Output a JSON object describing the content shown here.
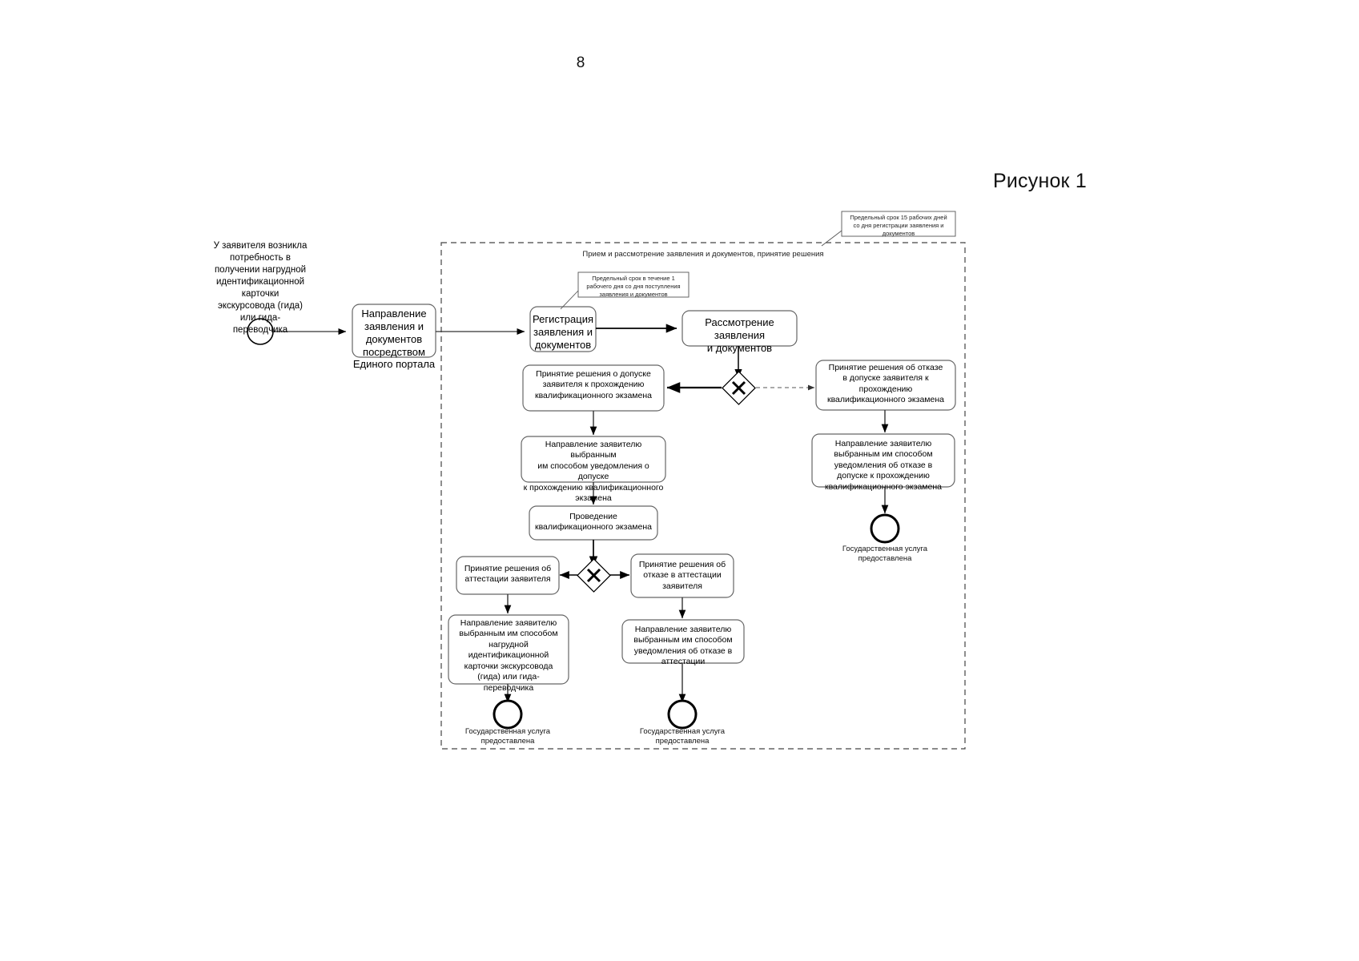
{
  "page": {
    "number": "8",
    "figure_caption": "Рисунок 1"
  },
  "pool": {
    "label": "Прием и рассмотрение заявления и документов, принятие решения"
  },
  "annotations": [
    {
      "id": "anno-15-days",
      "text": "Предельный срок 15 рабочих дней\nсо дня регистрации заявления и\nдокументов"
    },
    {
      "id": "anno-1-day",
      "text": "Предельный срок в течение 1\nрабочего дня со дня поступления\nзаявления и документов"
    }
  ],
  "events": {
    "start": {
      "label": "У заявителя возникла\nпотребность в\nполучении нагрудной\nидентификационной\nкарточки\nэкскурсовода (гида)\nили гида-\nпереводчика"
    },
    "end_refusal_admission": {
      "label": "Государственная услуга\nпредоставлена"
    },
    "end_attested": {
      "label": "Государственная услуга\nпредоставлена"
    },
    "end_refusal_attestation": {
      "label": "Государственная услуга\nпредоставлена"
    }
  },
  "tasks": [
    {
      "id": "task-submit",
      "text": "Направление\nзаявления и\nдокументов\nпосредством\nЕдиного портала"
    },
    {
      "id": "task-registration",
      "text": "Регистрация\nзаявления и\nдокументов"
    },
    {
      "id": "task-review",
      "text": "Рассмотрение заявления\nи документов"
    },
    {
      "id": "task-decision-admit",
      "text": "Принятие решения о допуске\nзаявителя к прохождению\nквалификационного экзамена"
    },
    {
      "id": "task-decision-refuse-admission",
      "text": "Принятие решения об отказе\nв допуске заявителя к\nпрохождению\nквалификационного экзамена"
    },
    {
      "id": "task-notify-admit",
      "text": "Направление заявителю выбранным\nим способом уведомления о допуске\nк прохождению квалификационного\nэкзамена"
    },
    {
      "id": "task-notify-refuse-admission",
      "text": "Направление заявителю\nвыбранным им способом\nуведомления об отказе в\nдопуске к прохождению\nквалификационного экзамена"
    },
    {
      "id": "task-exam",
      "text": "Проведение\nквалификационного экзамена"
    },
    {
      "id": "task-decision-attest",
      "text": "Принятие решения об\nаттестации заявителя"
    },
    {
      "id": "task-decision-refuse-attest",
      "text": "Принятие решения об\nотказе в аттестации\nзаявителя"
    },
    {
      "id": "task-issue-card",
      "text": "Направление заявителю\nвыбранным им способом\nнагрудной\nидентификационной\nкарточки экскурсовода\n(гида) или гида-\nпереводчика"
    },
    {
      "id": "task-notify-refuse-attest",
      "text": "Направление заявителю\nвыбранным им способом\nуведомления об отказе в\nаттестации"
    }
  ],
  "gateways": [
    {
      "id": "gateway-admission",
      "type": "exclusive"
    },
    {
      "id": "gateway-attestation",
      "type": "exclusive"
    }
  ],
  "colors": {
    "stroke": "#000000",
    "task_border": "#555555",
    "background": "#ffffff",
    "pool_border": "#444444"
  }
}
